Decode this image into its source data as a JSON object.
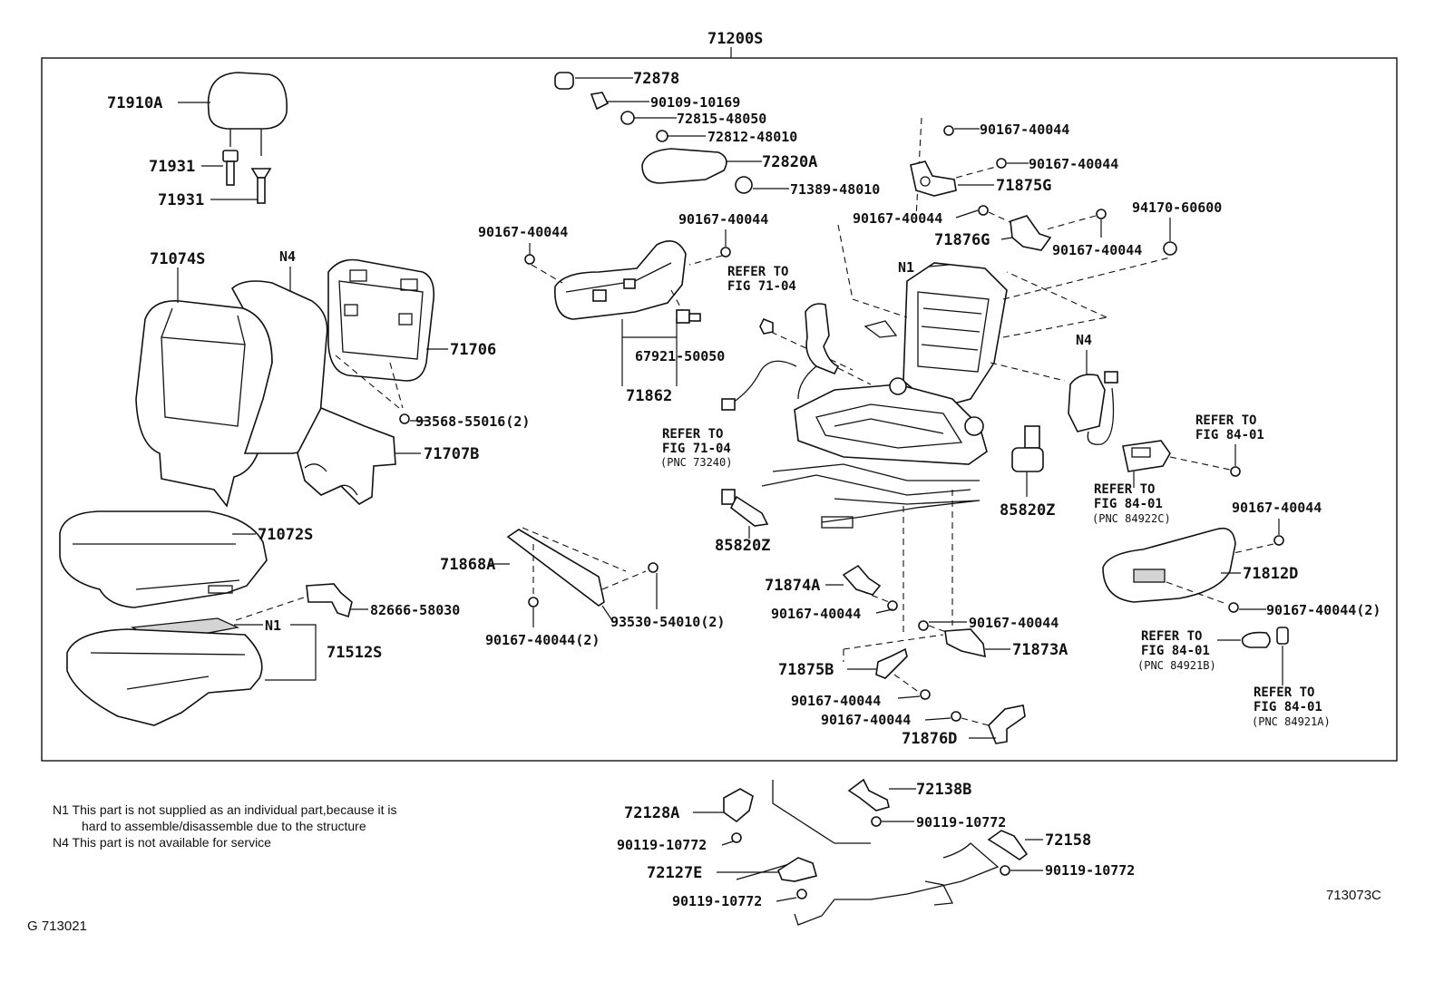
{
  "assembly": "71200S",
  "labels": {
    "l71910A": "71910A",
    "l71931a": "71931",
    "l71931b": "71931",
    "l71074S": "71074S",
    "lN4a": "N4",
    "l71706": "71706",
    "l93568": "93568-55016(2)",
    "l71707B": "71707B",
    "l71072S": "71072S",
    "l82666": "82666-58030",
    "lN1a": "N1",
    "l71512S": "71512S",
    "l72878": "72878",
    "l90109": "90109-10169",
    "l72815": "72815-48050",
    "l72812": "72812-48010",
    "l72820A": "72820A",
    "l71389": "71389-48010",
    "l90167a": "90167-40044",
    "l90167b": "90167-40044",
    "l67921": "67921-50050",
    "l71862": "71862",
    "lRef1a": "REFER TO",
    "lRef1b": "FIG 71-04",
    "lRef2a": "REFER TO",
    "lRef2b": "FIG 71-04",
    "lPnc1": "(PNC 73240)",
    "l90167c": "90167-40044",
    "l90167d": "90167-40044",
    "l71875G": "71875G",
    "l90167e": "90167-40044",
    "l71876G": "71876G",
    "l90167f": "90167-40044",
    "l94170": "94170-60600",
    "lN1b": "N1",
    "lN4b": "N4",
    "l85820Za": "85820Z",
    "l85820Zb": "85820Z",
    "lRef3a": "REFER TO",
    "lRef3b": "FIG 84-01",
    "lRef4a": "REFER TO",
    "lRef4b": "FIG 84-01",
    "lPnc2": "(PNC 84922C)",
    "l90167g": "90167-40044",
    "l71812D": "71812D",
    "l90167h": "90167-40044(2)",
    "lRef5a": "REFER TO",
    "lRef5b": "FIG 84-01",
    "lPnc3": "(PNC 84921B)",
    "lRef6a": "REFER TO",
    "lRef6b": "FIG 84-01",
    "lPnc4": "(PNC 84921A)",
    "l71868A": "71868A",
    "l93530": "93530-54010(2)",
    "l90167i": "90167-40044(2)",
    "l71874A": "71874A",
    "l90167j": "90167-40044",
    "l90167k": "90167-40044",
    "l71873A": "71873A",
    "l71875B": "71875B",
    "l90167l": "90167-40044",
    "l90167m": "90167-40044",
    "l71876D": "71876D",
    "l72138B": "72138B",
    "l72128A": "72128A",
    "l90119a": "90119-10772",
    "l90119b": "90119-10772",
    "l72158": "72158",
    "l90119c": "90119-10772",
    "l72127E": "72127E",
    "l90119d": "90119-10772"
  },
  "notes": {
    "n1_line1": "N1  This part is not supplied as an individual  part,because it is",
    "n1_line2": "hard to  assemble/disassemble due to the structure",
    "n4_line": "N4  This part is not available for service"
  },
  "codes": {
    "figure_code": "713073C",
    "page_code": "G  713021"
  }
}
